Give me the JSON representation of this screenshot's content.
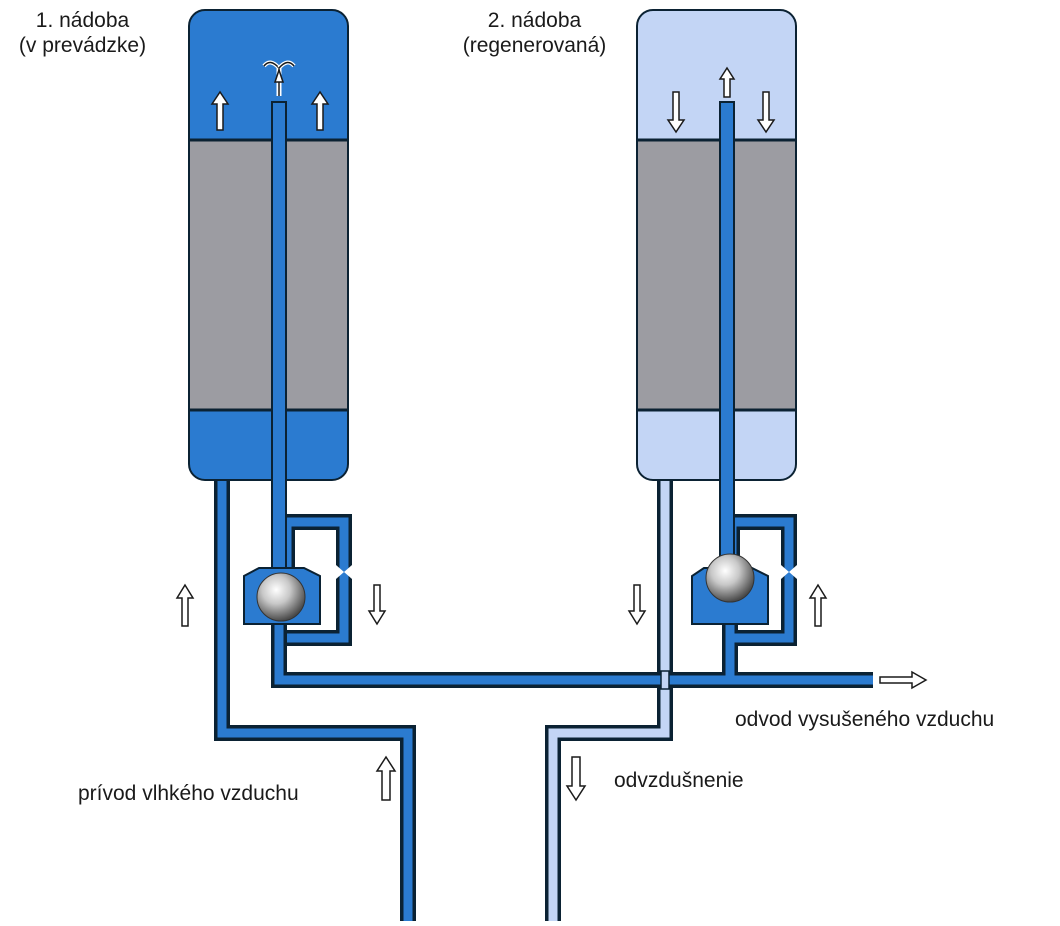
{
  "labels": {
    "vessel1_line1": "1. nádoba",
    "vessel1_line2": "(v prevádzke)",
    "vessel2_line1": "2. nádoba",
    "vessel2_line2": "(regenerovaná)",
    "outlet": "odvod vysušeného vzduchu",
    "inlet": "prívod vlhkého vzduchu",
    "vent": "odvzdušnenie"
  },
  "colors": {
    "active_blue": "#2b7bd0",
    "pipe_outline": "#0b2233",
    "regenerated_light": "#c3d5f5",
    "desiccant_gray": "#9c9ca2",
    "arrow_fill": "#ffffff"
  },
  "icons": [
    "flow-arrow-icon",
    "check-valve-ball-icon",
    "diffuser-icon"
  ]
}
